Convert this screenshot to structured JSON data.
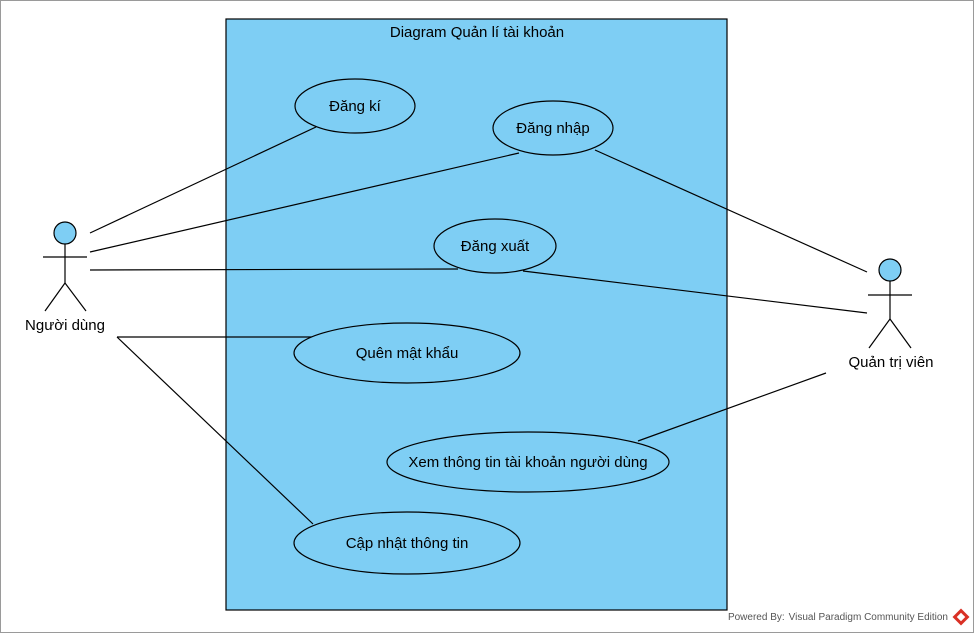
{
  "diagram": {
    "title": "Diagram Quản lí tài khoản",
    "boundary_color": "#7ecef4",
    "actor_head_color": "#7ecef4",
    "actors": {
      "user": "Người dùng",
      "admin": "Quản trị viên"
    },
    "use_cases": {
      "register": "Đăng kí",
      "login": "Đăng nhập",
      "logout": "Đăng xuất",
      "forgot_password": "Quên mật khẩu",
      "view_account_info": "Xem thông tin tài khoản người dùng",
      "update_info": "Cập nhật thông tin"
    },
    "associations": [
      [
        "Người dùng",
        "Đăng kí"
      ],
      [
        "Người dùng",
        "Đăng nhập"
      ],
      [
        "Người dùng",
        "Đăng xuất"
      ],
      [
        "Người dùng",
        "Quên mật khẩu"
      ],
      [
        "Người dùng",
        "Cập nhật thông tin"
      ],
      [
        "Quản trị viên",
        "Đăng nhập"
      ],
      [
        "Quản trị viên",
        "Đăng xuất"
      ],
      [
        "Quản trị viên",
        "Xem thông tin tài khoản người dùng"
      ]
    ]
  },
  "footer": {
    "powered_by": "Powered By:",
    "tool_name": "Visual Paradigm Community Edition"
  }
}
